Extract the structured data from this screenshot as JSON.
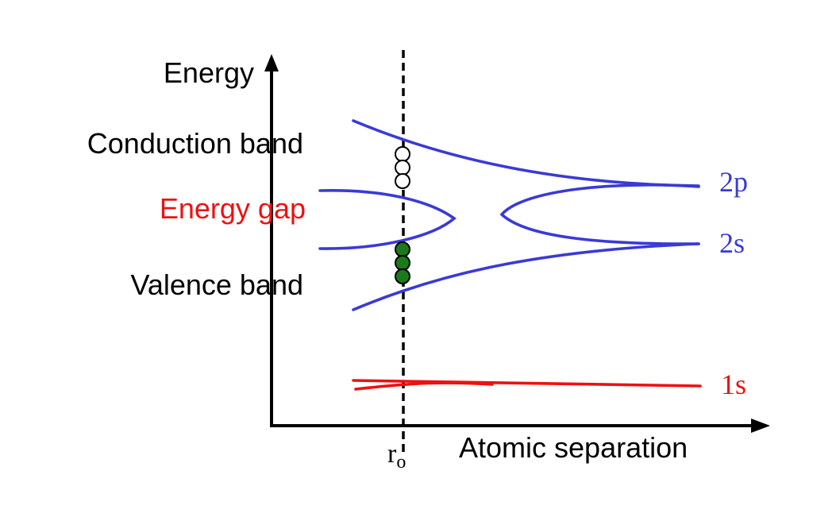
{
  "labels": {
    "y_axis": "Energy",
    "x_axis": "Atomic separation",
    "r0_main": "r",
    "r0_sub": "o",
    "conduction_band": "Conduction band",
    "energy_gap": "Energy gap",
    "valence_band": "Valence band",
    "level_2p": "2p",
    "level_2s": "2s",
    "level_1s": "1s"
  },
  "electrons": {
    "conduction_empty_count": 3,
    "valence_filled_count": 3
  },
  "colors": {
    "axis": "#000000",
    "band_lines": "#3a3ad6",
    "level_1s": "#ee1111",
    "energy_gap_text": "#ee1111",
    "filled_electron": "#1a7a1a",
    "empty_electron": "#ffffff"
  }
}
